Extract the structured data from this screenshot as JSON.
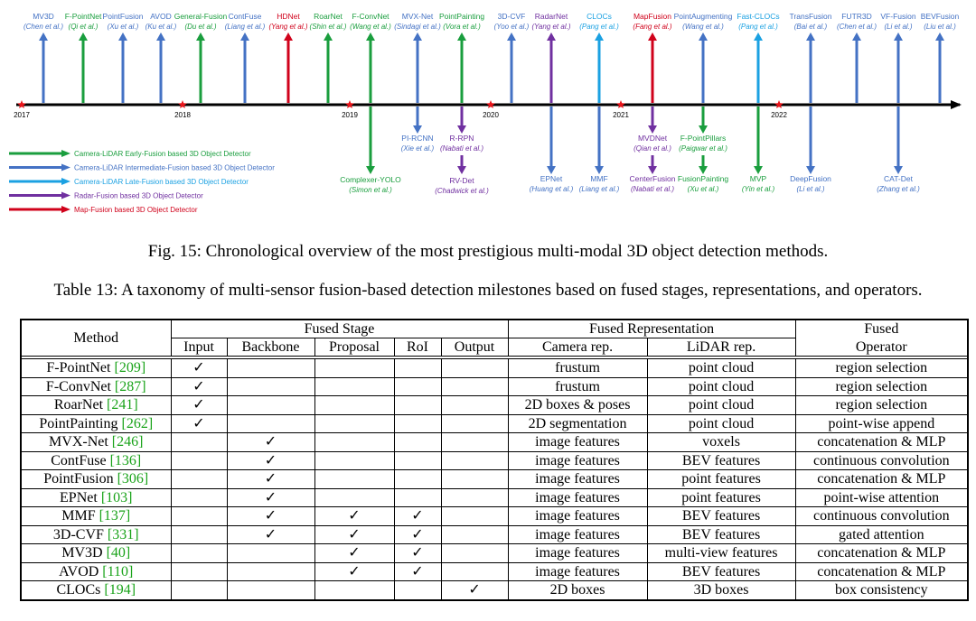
{
  "timeline": {
    "years": [
      "2017",
      "2018",
      "2019",
      "2020",
      "2021",
      "2022"
    ],
    "above": [
      {
        "name": "MV3D",
        "cite": "(Chen et al.)",
        "color": "#4472c4"
      },
      {
        "name": "F-PointNet",
        "cite": "(Qi et al.)",
        "color": "#1a9e3e"
      },
      {
        "name": "PointFusion",
        "cite": "(Xu et al.)",
        "color": "#4472c4"
      },
      {
        "name": "AVOD",
        "cite": "(Ku et al.)",
        "color": "#4472c4"
      },
      {
        "name": "General-Fusion",
        "cite": "(Du et al.)",
        "color": "#1a9e3e"
      },
      {
        "name": "ContFuse",
        "cite": "(Liang et al.)",
        "color": "#4472c4"
      },
      {
        "name": "HDNet",
        "cite": "(Yang et al.)",
        "color": "#d0021b"
      },
      {
        "name": "RoarNet",
        "cite": "(Shin et al.)",
        "color": "#1a9e3e"
      },
      {
        "name": "F-ConvNet",
        "cite": "(Wang et al.)",
        "color": "#1a9e3e"
      },
      {
        "name": "MVX-Net",
        "cite": "(Sindagi et al.)",
        "color": "#4472c4"
      },
      {
        "name": "PointPainting",
        "cite": "(Vora et al.)",
        "color": "#1a9e3e"
      },
      {
        "name": "3D-CVF",
        "cite": "(Yoo et al.)",
        "color": "#4472c4"
      },
      {
        "name": "RadarNet",
        "cite": "(Yang et al.)",
        "color": "#7030a0"
      },
      {
        "name": "CLOCs",
        "cite": "(Pang et al.)",
        "color": "#1ba1e2"
      },
      {
        "name": "MapFusion",
        "cite": "(Fang et al.)",
        "color": "#d0021b"
      },
      {
        "name": "PointAugmenting",
        "cite": "(Wang et al.)",
        "color": "#4472c4"
      },
      {
        "name": "Fast-CLOCs",
        "cite": "(Pang et al.)",
        "color": "#1ba1e2"
      },
      {
        "name": "TransFusion",
        "cite": "(Bai et al.)",
        "color": "#4472c4"
      },
      {
        "name": "FUTR3D",
        "cite": "(Chen et al.)",
        "color": "#4472c4"
      },
      {
        "name": "VF-Fusion",
        "cite": "(Li et al.)",
        "color": "#4472c4"
      },
      {
        "name": "BEVFusion",
        "cite": "(Liu et al.)",
        "color": "#4472c4"
      }
    ],
    "below": [
      {
        "name": "PI-RCNN",
        "cite": "(Xie et al.)",
        "color": "#4472c4"
      },
      {
        "name": "R-RPN",
        "cite": "(Nabati et al.)",
        "color": "#7030a0"
      },
      {
        "name": "RV-Det",
        "cite": "(Chadwick et al.)",
        "color": "#7030a0"
      },
      {
        "name": "Complexer-YOLO",
        "cite": "(Simon et al.)",
        "color": "#1a9e3e"
      },
      {
        "name": "EPNet",
        "cite": "(Huang et al.)",
        "color": "#4472c4"
      },
      {
        "name": "MMF",
        "cite": "(Liang et al.)",
        "color": "#4472c4"
      },
      {
        "name": "MVDNet",
        "cite": "(Qian et al.)",
        "color": "#7030a0"
      },
      {
        "name": "CenterFusion",
        "cite": "(Nabati et al.)",
        "color": "#7030a0"
      },
      {
        "name": "F-PointPillars",
        "cite": "(Paigwar et al.)",
        "color": "#1a9e3e"
      },
      {
        "name": "FusionPainting",
        "cite": "(Xu et al.)",
        "color": "#1a9e3e"
      },
      {
        "name": "MVP",
        "cite": "(Yin et al.)",
        "color": "#1a9e3e"
      },
      {
        "name": "DeepFusion",
        "cite": "(Li et al.)",
        "color": "#4472c4"
      },
      {
        "name": "CAT-Det",
        "cite": "(Zhang et al.)",
        "color": "#4472c4"
      }
    ],
    "legend": [
      {
        "label": "Camera-LiDAR Early-Fusion based 3D Object Detector",
        "color": "#1a9e3e"
      },
      {
        "label": "Camera-LiDAR Intermediate-Fusion based 3D Object Detector",
        "color": "#4472c4"
      },
      {
        "label": "Camera-LiDAR Late-Fusion based 3D Object Detector",
        "color": "#1ba1e2"
      },
      {
        "label": "Radar-Fusion based 3D Object Detector",
        "color": "#7030a0"
      },
      {
        "label": "Map-Fusion based 3D Object Detector",
        "color": "#d0021b"
      }
    ]
  },
  "fig_caption": "Fig. 15: Chronological overview of the most prestigious multi-modal 3D object detection methods.",
  "table_caption": "Table 13: A taxonomy of multi-sensor fusion-based detection milestones based on fused stages, representations, and operators.",
  "table": {
    "headers": {
      "method": "Method",
      "fused_stage": "Fused Stage",
      "fused_repr": "Fused Representation",
      "fused_op_1": "Fused",
      "fused_op_2": "Operator",
      "input": "Input",
      "backbone": "Backbone",
      "proposal": "Proposal",
      "roi": "RoI",
      "output": "Output",
      "camera_rep": "Camera rep.",
      "lidar_rep": "LiDAR rep."
    },
    "check": "✓",
    "rows": [
      {
        "method": "F-PointNet",
        "ref": "[209]",
        "input": true,
        "backbone": false,
        "proposal": false,
        "roi": false,
        "output": false,
        "camera": "frustum",
        "lidar": "point cloud",
        "operator": "region selection"
      },
      {
        "method": "F-ConvNet",
        "ref": "[287]",
        "input": true,
        "backbone": false,
        "proposal": false,
        "roi": false,
        "output": false,
        "camera": "frustum",
        "lidar": "point cloud",
        "operator": "region selection"
      },
      {
        "method": "RoarNet",
        "ref": "[241]",
        "input": true,
        "backbone": false,
        "proposal": false,
        "roi": false,
        "output": false,
        "camera": "2D boxes & poses",
        "lidar": "point cloud",
        "operator": "region selection"
      },
      {
        "method": "PointPainting",
        "ref": "[262]",
        "input": true,
        "backbone": false,
        "proposal": false,
        "roi": false,
        "output": false,
        "camera": "2D segmentation",
        "lidar": "point cloud",
        "operator": "point-wise append"
      },
      {
        "method": "MVX-Net",
        "ref": "[246]",
        "input": false,
        "backbone": true,
        "proposal": false,
        "roi": false,
        "output": false,
        "camera": "image features",
        "lidar": "voxels",
        "operator": "concatenation & MLP"
      },
      {
        "method": "ContFuse",
        "ref": "[136]",
        "input": false,
        "backbone": true,
        "proposal": false,
        "roi": false,
        "output": false,
        "camera": "image features",
        "lidar": "BEV features",
        "operator": "continuous convolution"
      },
      {
        "method": "PointFusion",
        "ref": "[306]",
        "input": false,
        "backbone": true,
        "proposal": false,
        "roi": false,
        "output": false,
        "camera": "image features",
        "lidar": "point features",
        "operator": "concatenation & MLP"
      },
      {
        "method": "EPNet",
        "ref": "[103]",
        "input": false,
        "backbone": true,
        "proposal": false,
        "roi": false,
        "output": false,
        "camera": "image features",
        "lidar": "point features",
        "operator": "point-wise attention"
      },
      {
        "method": "MMF",
        "ref": "[137]",
        "input": false,
        "backbone": true,
        "proposal": true,
        "roi": true,
        "output": false,
        "camera": "image features",
        "lidar": "BEV features",
        "operator": "continuous convolution"
      },
      {
        "method": "3D-CVF",
        "ref": "[331]",
        "input": false,
        "backbone": true,
        "proposal": true,
        "roi": true,
        "output": false,
        "camera": "image features",
        "lidar": "BEV features",
        "operator": "gated attention"
      },
      {
        "method": "MV3D",
        "ref": "[40]",
        "input": false,
        "backbone": false,
        "proposal": true,
        "roi": true,
        "output": false,
        "camera": "image features",
        "lidar": "multi-view features",
        "operator": "concatenation & MLP"
      },
      {
        "method": "AVOD",
        "ref": "[110]",
        "input": false,
        "backbone": false,
        "proposal": true,
        "roi": true,
        "output": false,
        "camera": "image features",
        "lidar": "BEV features",
        "operator": "concatenation & MLP"
      },
      {
        "method": "CLOCs",
        "ref": "[194]",
        "input": false,
        "backbone": false,
        "proposal": false,
        "roi": false,
        "output": true,
        "camera": "2D boxes",
        "lidar": "3D boxes",
        "operator": "box consistency"
      }
    ]
  }
}
